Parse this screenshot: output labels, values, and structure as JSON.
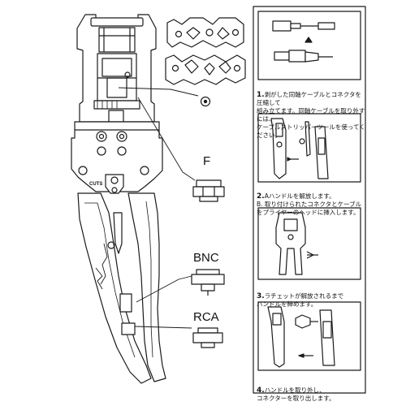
{
  "labels": {
    "f": "F",
    "bnc": "BNC",
    "rca": "RCA",
    "cuts": "CUTS",
    "die_marker": "⊙"
  },
  "steps": [
    {
      "num": "1.",
      "text": "剥がした同軸ケーブルとコネクタを圧縮して\n組み立てます。同軸ケーブルを取り外すには、\nケーブルストリッパーツールを使ってください。"
    },
    {
      "num": "2.",
      "text": "Aハンドルを解放します。\nB. 取り付けられたコネクタとケーブル\nをプライヤーのヘッドに挿入します。"
    },
    {
      "num": "3.",
      "text": "ラチェットが解放されるまで\nハンドルを締めます。"
    },
    {
      "num": "4.",
      "text": "ハンドルを取り外し、\nコネクターを取り出します。"
    }
  ],
  "colors": {
    "line": "#1a1a1a",
    "fill": "#ffffff",
    "shade": "#e6e6e6"
  }
}
